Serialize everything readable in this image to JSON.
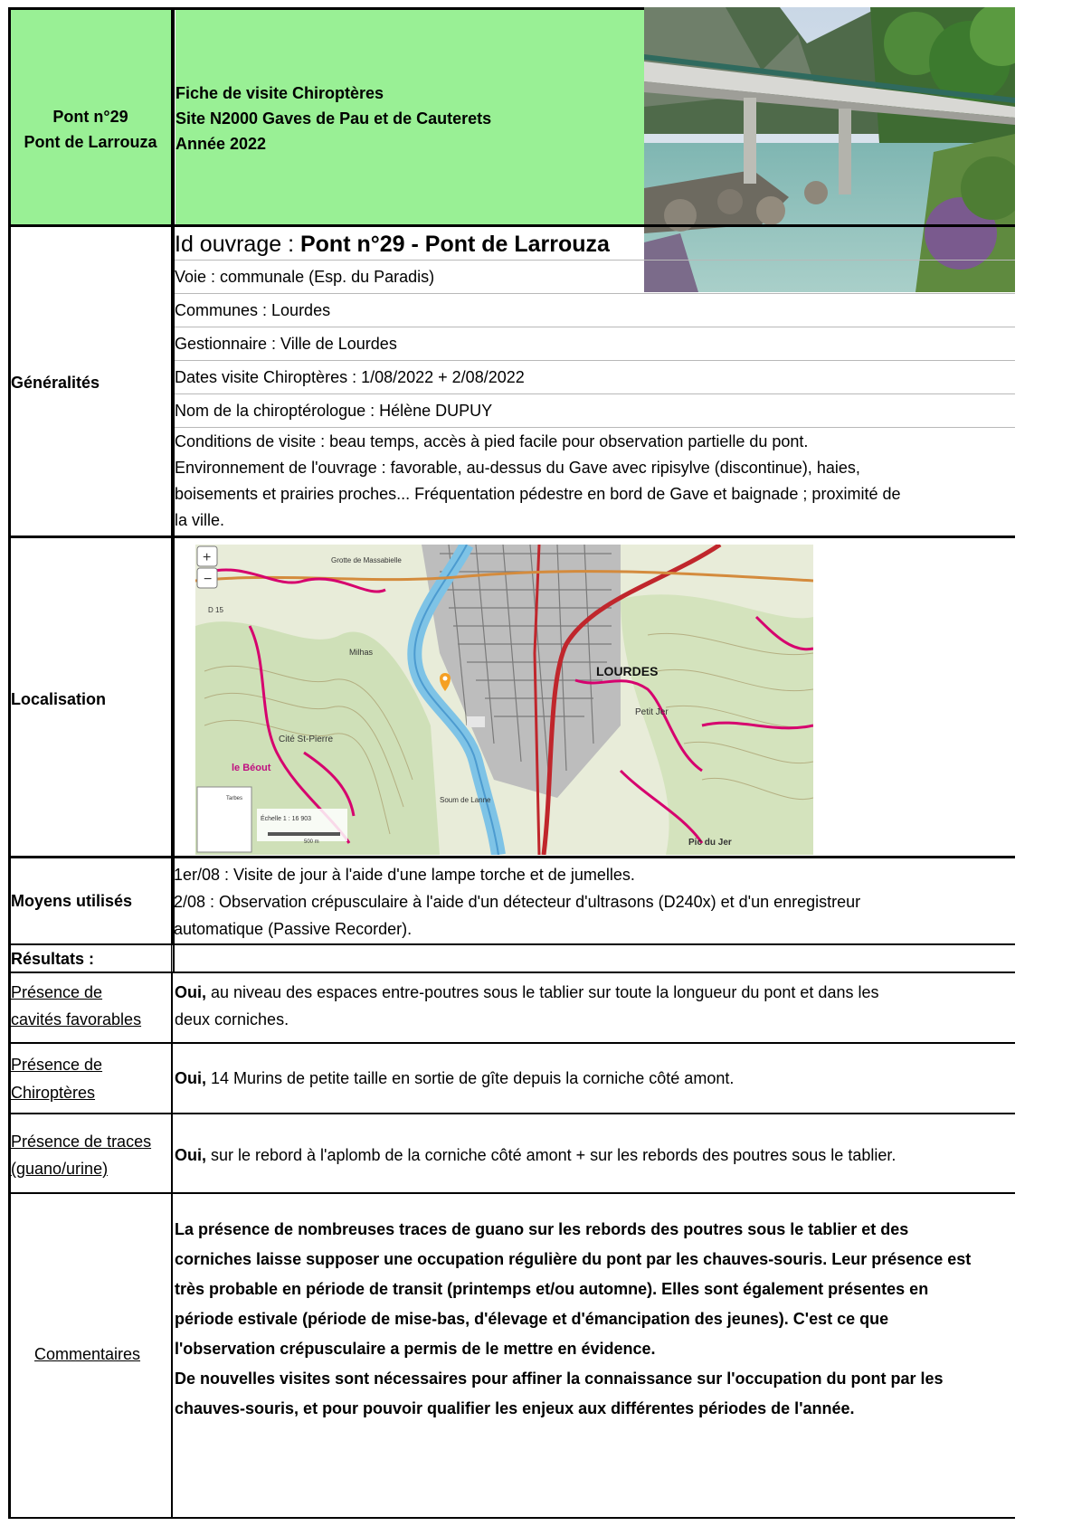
{
  "header": {
    "bridge_line1": "Pont n°29",
    "bridge_line2": "Pont de Larrouza",
    "title_line1": "Fiche de visite Chiroptères",
    "title_line2": "Site N2000 Gaves de Pau et de Cauterets",
    "title_line3": "Année 2022"
  },
  "generalites": {
    "label": "Généralités",
    "id_prefix": "Id ouvrage : ",
    "id_value": "Pont n°29 - Pont de Larrouza",
    "voie": "Voie : communale (Esp. du Paradis)",
    "communes": "Communes : Lourdes",
    "gestionnaire": "Gestionnaire : Ville de Lourdes",
    "dates": "Dates visite Chiroptères : 1/08/2022 + 2/08/2022",
    "nom": "Nom de la chiroptérologue : Hélène DUPUY",
    "conditions": [
      "Conditions de visite : beau temps, accès à pied facile pour observation partielle du pont.",
      "Environnement de l'ouvrage : favorable, au-dessus du Gave avec ripisylve (discontinue), haies,",
      "boisements et prairies proches... Fréquentation pédestre en bord de Gave et baignade ; proximité de",
      "la ville."
    ]
  },
  "localisation": {
    "label": "Localisation",
    "map_labels": {
      "lourdes": "LOURDES",
      "petit_jer": "Petit Jer",
      "cite_st_pierre": "Cité St-Pierre",
      "le_beout": "le Béout",
      "grotte": "Grotte de Massabielle",
      "pic_du_jer": "Pic du Jer",
      "milhas": "Milhas",
      "soum": "Soum de Lanne",
      "scale": "Échelle 1 : 16 903",
      "distance": "500 m",
      "tarbes": "Tarbes",
      "d15": "D 15"
    }
  },
  "moyens": {
    "label": "Moyens utilisés",
    "lines": [
      "1er/08 : Visite de jour à l'aide d'une lampe torche et de jumelles.",
      "2/08 : Observation crépusculaire à l'aide d'un détecteur d'ultrasons (D240x) et d'un enregistreur",
      "automatique (Passive Recorder)."
    ]
  },
  "resultats": {
    "label": "Résultats :",
    "cavites": {
      "label_line1": "Présence de",
      "label_line2": "cavités favorables",
      "answer": "Oui,",
      "line1": " au niveau des espaces entre-poutres sous le tablier sur toute la longueur du pont et dans les",
      "line2": "deux corniches."
    },
    "chiropteres": {
      "label_line1": "Présence de",
      "label_line2": "Chiroptères",
      "answer": "Oui,",
      "text": " 14 Murins de petite taille en sortie de gîte depuis la corniche côté amont."
    },
    "traces": {
      "label_line1": "Présence de traces",
      "label_line2": "(guano/urine)",
      "answer": "Oui,",
      "text": " sur le rebord à l'aplomb de la corniche côté amont + sur les rebords des poutres sous le tablier."
    }
  },
  "commentaires": {
    "label": "Commentaires",
    "lines": [
      "La présence de nombreuses traces de guano sur les rebords des poutres sous le tablier et des",
      "corniches laisse supposer une occupation régulière du pont par les chauves-souris. Leur présence est",
      "très probable en période de transit (printemps et/ou automne). Elles sont également présentes en",
      "période estivale (période de mise-bas, d'élevage et d'émancipation des jeunes). C'est ce que",
      "l'observation crépusculaire a permis de le mettre en évidence.",
      "De nouvelles visites sont nécessaires pour affiner la connaissance sur l'occupation du pont par les",
      "chauves-souris, et pour pouvoir qualifier les enjeux aux différentes périodes de l'année."
    ]
  },
  "colors": {
    "header_green": "#99f095",
    "river": "#7ec3e6",
    "route": "#d6006e",
    "road_red": "#c0262c",
    "marker": "#f5a023"
  }
}
